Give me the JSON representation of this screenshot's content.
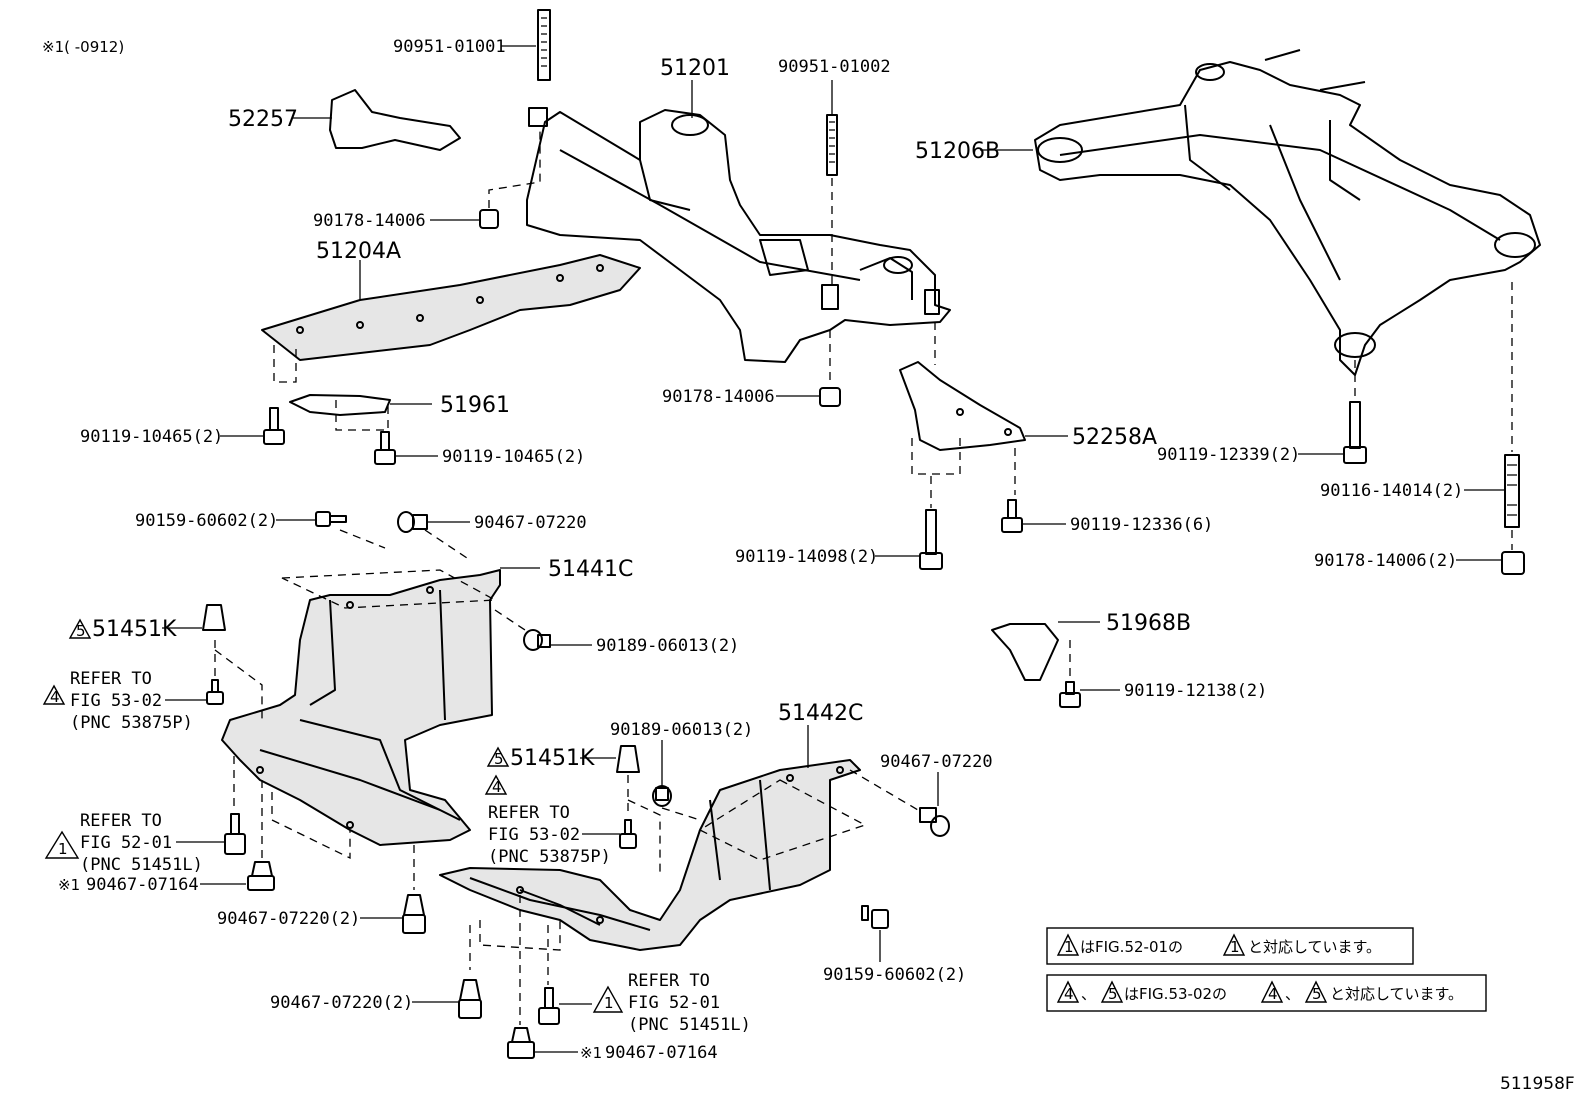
{
  "header_note": "※1(   -0912)",
  "figure_id": "511958F",
  "parts": {
    "p90951_01001": "90951-01001",
    "p52257": "52257",
    "p51201": "51201",
    "p90951_01002": "90951-01002",
    "p51206B": "51206B",
    "p90178_14006_a": "90178-14006",
    "p51204A": "51204A",
    "p51961": "51961",
    "p90119_10465_a": "90119-10465(2)",
    "p90119_10465_b": "90119-10465(2)",
    "p90178_14006_b": "90178-14006",
    "p52258A": "52258A",
    "p90119_12339": "90119-12339(2)",
    "p90116_14014": "90116-14014(2)",
    "p90119_12336": "90119-12336(6)",
    "p90119_14098": "90119-14098(2)",
    "p90178_14006_c": "90178-14006(2)",
    "p90159_60602_a": "90159-60602(2)",
    "p90467_07220_a": "90467-07220",
    "p51441C": "51441C",
    "p51451K_a": "51451K",
    "p90189_06013_a": "90189-06013(2)",
    "p51968B": "51968B",
    "p90119_12138": "90119-12138(2)",
    "p51442C": "51442C",
    "p90189_06013_b": "90189-06013(2)",
    "p51451K_b": "51451K",
    "p90467_07220_b": "90467-07220",
    "p90467_07164_a": "90467-07164",
    "p90467_07220_c": "90467-07220(2)",
    "p90159_60602_b": "90159-60602(2)",
    "p90467_07220_d": "90467-07220(2)",
    "p90467_07164_b": "90467-07164"
  },
  "marks": {
    "ref_star": "※1",
    "tri1": "1",
    "tri4": "4",
    "tri5": "5"
  },
  "refs": {
    "ref_a": [
      "REFER TO",
      "FIG 53-02",
      "(PNC 53875P)"
    ],
    "ref_b": [
      "REFER TO",
      "FIG 52-01",
      "(PNC 51451L)"
    ],
    "ref_c": [
      "REFER TO",
      "FIG 53-02",
      "(PNC 53875P)"
    ],
    "ref_d": [
      "REFER TO",
      "FIG 52-01",
      "(PNC 51451L)"
    ]
  },
  "legend": {
    "note1_a": "はFIG.52-01の",
    "note1_b": "と対応しています。",
    "note2_sep": "、",
    "note2_a": "はFIG.53-02の",
    "note2_b": "と対応しています。"
  }
}
